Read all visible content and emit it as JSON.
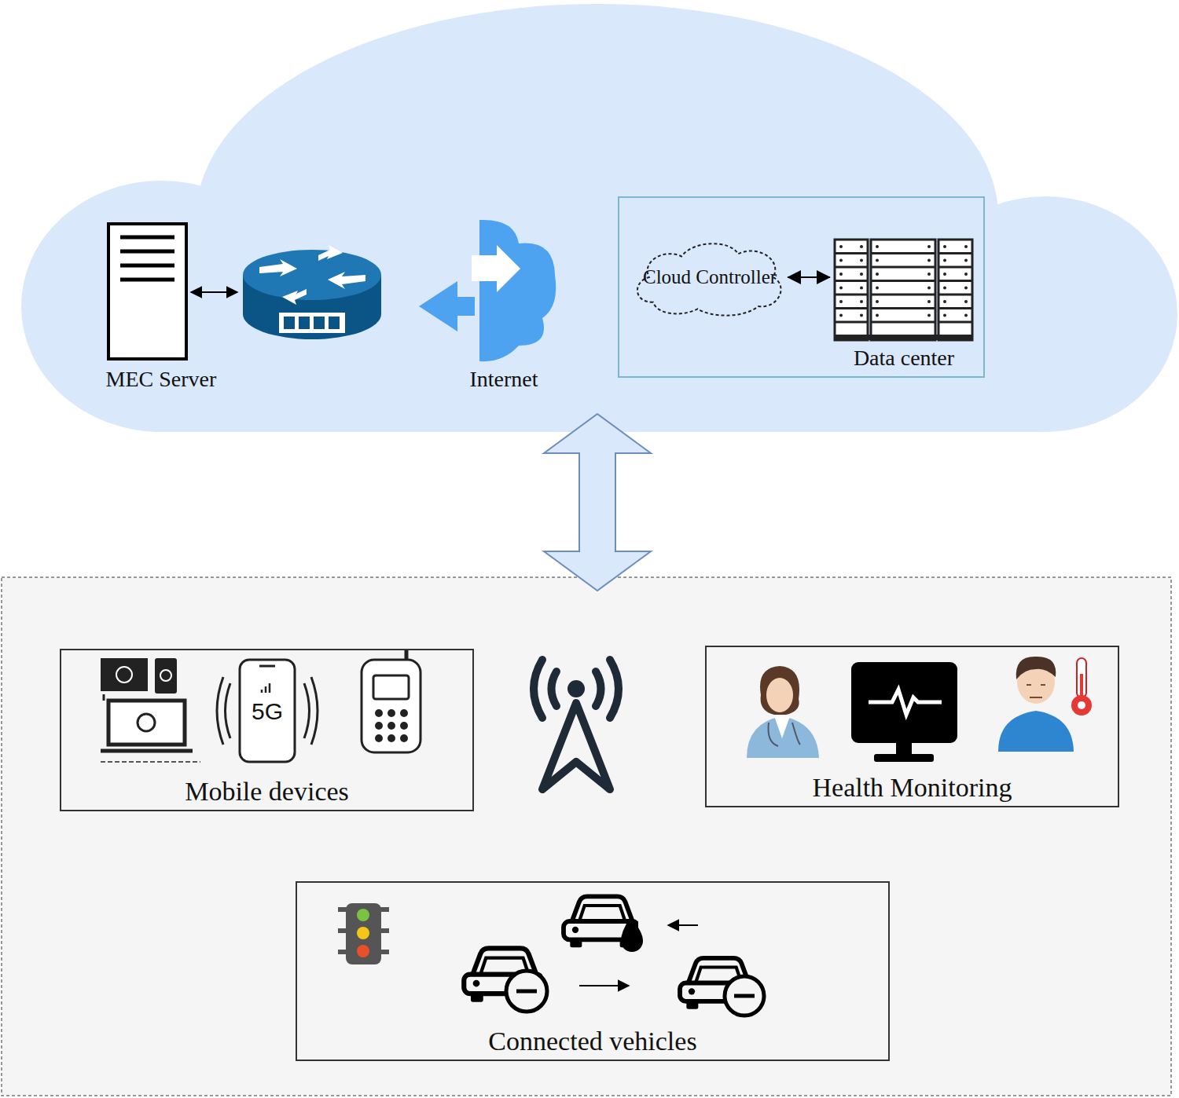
{
  "diagram": {
    "nodes": [
      {
        "text": [
          "Cloud Controller"
        ]
      },
      {
        "text": [
          "Data center"
        ]
      },
      {
        "text": [
          "Mobile devices"
        ]
      },
      {
        "text": [
          "Health Monitoring"
        ]
      },
      {
        "text": [
          "Connected vehicles"
        ]
      }
    ],
    "edges": [
      {
        "from": 0,
        "to": 1,
        "arrow": "both"
      }
    ],
    "labels": [
      "MEC Server",
      "Internet",
      "5G"
    ]
  }
}
